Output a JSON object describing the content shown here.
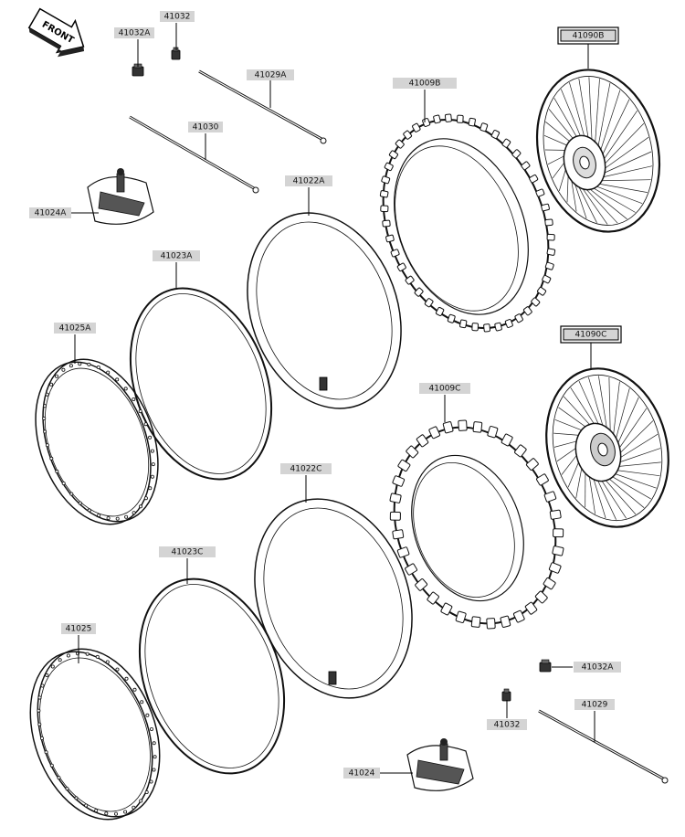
{
  "front_marker": {
    "text": "FRONT"
  },
  "parts": [
    {
      "id": "p41032",
      "number": "41032"
    },
    {
      "id": "p41032A",
      "number": "41032A"
    },
    {
      "id": "p41029A",
      "number": "41029A"
    },
    {
      "id": "p41030",
      "number": "41030"
    },
    {
      "id": "p41024A",
      "number": "41024A"
    },
    {
      "id": "p41022A",
      "number": "41022A"
    },
    {
      "id": "p41023A",
      "number": "41023A"
    },
    {
      "id": "p41025A",
      "number": "41025A"
    },
    {
      "id": "p41009B",
      "number": "41009B"
    },
    {
      "id": "p41090B",
      "number": "41090B"
    },
    {
      "id": "p41090C",
      "number": "41090C"
    },
    {
      "id": "p41009C",
      "number": "41009C"
    },
    {
      "id": "p41022C",
      "number": "41022C"
    },
    {
      "id": "p41023C",
      "number": "41023C"
    },
    {
      "id": "p41025",
      "number": "41025"
    },
    {
      "id": "p41032A_2",
      "number": "41032A"
    },
    {
      "id": "p41029",
      "number": "41029"
    },
    {
      "id": "p41032_2",
      "number": "41032"
    },
    {
      "id": "p41024",
      "number": "41024"
    }
  ]
}
